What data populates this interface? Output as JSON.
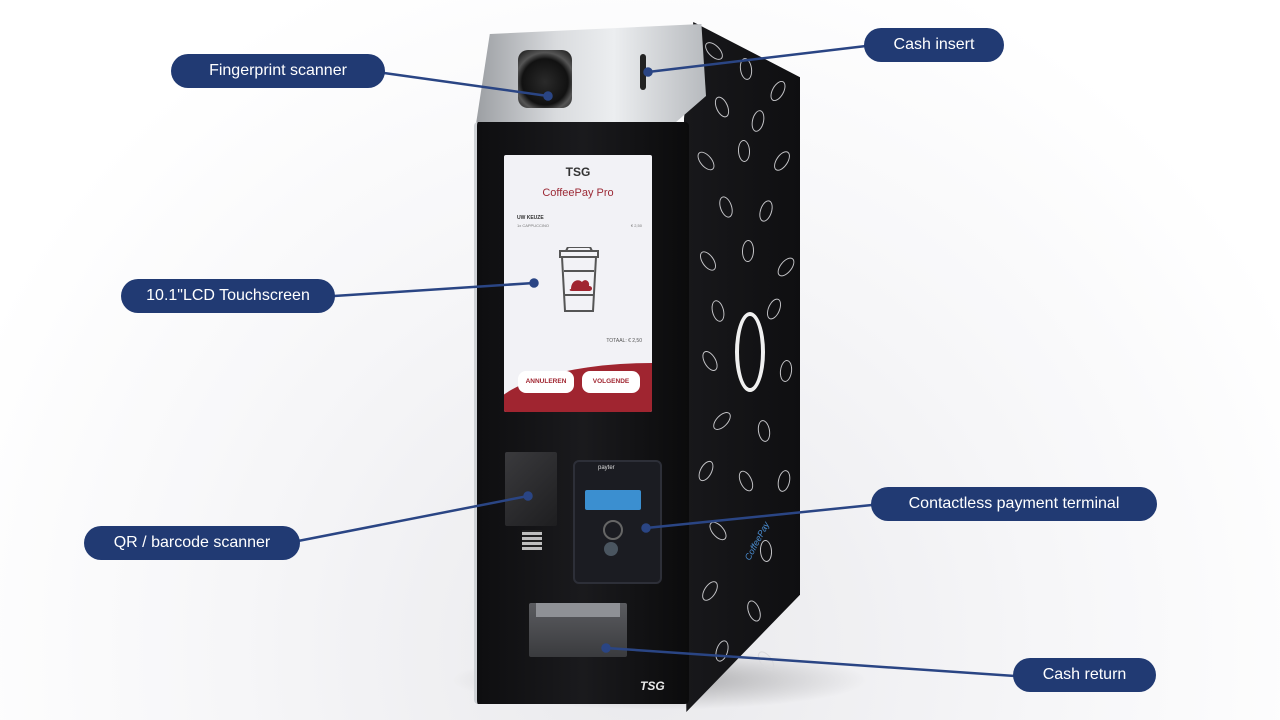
{
  "product": {
    "screen_brand": "TSG",
    "screen_title": "CoffeePay Pro",
    "order_heading": "UW KEUZE",
    "order_item": "1x CAPPUCCINO",
    "order_item_price": "€ 2,50",
    "total": "TOTAAL: € 2,50",
    "cancel_button": "ANNULEREN",
    "next_button": "VOLGENDE",
    "terminal_brand": "payter",
    "base_logo": "TSG",
    "side_text": "CoffeePay"
  },
  "callouts": {
    "fingerprint": "Fingerprint scanner",
    "cash_insert": "Cash insert",
    "touchscreen": "10.1\"LCD Touchscreen",
    "contactless": "Contactless payment terminal",
    "qr": "QR / barcode scanner",
    "cash_return": "Cash return"
  },
  "colors": {
    "callout_bg": "#213a73",
    "screen_accent": "#a02530"
  }
}
